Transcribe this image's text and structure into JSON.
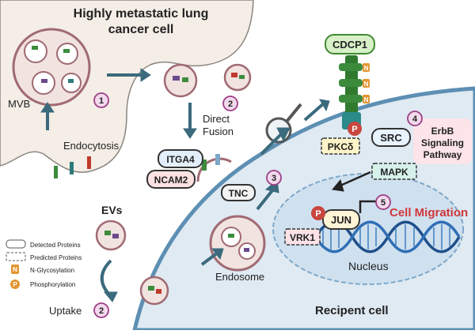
{
  "title_line1": "Highly metastatic lung",
  "title_line2": "cancer cell",
  "recipient_label": "Recipent cell",
  "labels": {
    "mvb": "MVB",
    "endocytosis": "Endocytosis",
    "direct_fusion_1": "Direct",
    "direct_fusion_2": "Fusion",
    "evs": "EVs",
    "uptake": "Uptake",
    "endosome": "Endosome",
    "nucleus": "Nucleus",
    "cell_migration": "Cell Migration",
    "erbb_1": "ErbB",
    "erbb_2": "Signaling",
    "erbb_3": "Pathway"
  },
  "proteins": {
    "cdcp1": "CDCP1",
    "src": "SRC",
    "pkcd": "PKCδ",
    "mapk": "MAPK",
    "jun": "JUN",
    "vrk1": "VRK1",
    "itga4": "ITGA4",
    "ncam2": "NCAM2",
    "tnc": "TNC"
  },
  "markers": {
    "phospho": "P",
    "nglyco": "N"
  },
  "steps": [
    "1",
    "2",
    "2",
    "3",
    "4",
    "5"
  ],
  "legend": [
    {
      "label": "Detected Proteins"
    },
    {
      "label": "Predicted Proteins"
    },
    {
      "label": "N-Glycosylation"
    },
    {
      "label": "Phosphorylation"
    }
  ],
  "colors": {
    "cell_fill": "#f4eee6",
    "cell_outline": "#8a8580",
    "recipient_fill": "#dfeaf3",
    "membrane": "#5d8fb3",
    "nucleus_fill": "#cfe0ef",
    "step_fill": "#f3d9ec",
    "step_stroke": "#9c3f86",
    "cdcp1_fill": "#d7f0c8",
    "cdcp1_stroke": "#3f8a2f",
    "erbb_fill": "#fce4e8",
    "cell_migration": "#d0373b",
    "phospho": "#c8463f",
    "nglyco": "#e39530",
    "arrow": "#3b6a7d"
  }
}
